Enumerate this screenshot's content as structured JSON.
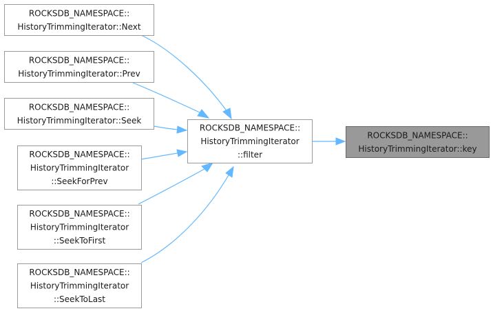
{
  "nodes": [
    {
      "id": "next",
      "lines": [
        "ROCKSDB_NAMESPACE::",
        "HistoryTrimmingIterator::Next"
      ],
      "highlighted": false
    },
    {
      "id": "prev",
      "lines": [
        "ROCKSDB_NAMESPACE::",
        "HistoryTrimmingIterator::Prev"
      ],
      "highlighted": false
    },
    {
      "id": "seek",
      "lines": [
        "ROCKSDB_NAMESPACE::",
        "HistoryTrimmingIterator::Seek"
      ],
      "highlighted": false
    },
    {
      "id": "seekforprev",
      "lines": [
        "ROCKSDB_NAMESPACE::",
        "HistoryTrimmingIterator",
        "::SeekForPrev"
      ],
      "highlighted": false
    },
    {
      "id": "seektofirst",
      "lines": [
        "ROCKSDB_NAMESPACE::",
        "HistoryTrimmingIterator",
        "::SeekToFirst"
      ],
      "highlighted": false
    },
    {
      "id": "seektolast",
      "lines": [
        "ROCKSDB_NAMESPACE::",
        "HistoryTrimmingIterator",
        "::SeekToLast"
      ],
      "highlighted": false
    },
    {
      "id": "filter",
      "lines": [
        "ROCKSDB_NAMESPACE::",
        "HistoryTrimmingIterator",
        "::filter"
      ],
      "highlighted": false
    },
    {
      "id": "key",
      "lines": [
        "ROCKSDB_NAMESPACE::",
        "HistoryTrimmingIterator::key"
      ],
      "highlighted": true
    }
  ],
  "edges": [
    {
      "from": "next",
      "to": "filter"
    },
    {
      "from": "prev",
      "to": "filter"
    },
    {
      "from": "seek",
      "to": "filter"
    },
    {
      "from": "seekforprev",
      "to": "filter"
    },
    {
      "from": "seektofirst",
      "to": "filter"
    },
    {
      "from": "seektolast",
      "to": "filter"
    },
    {
      "from": "filter",
      "to": "key"
    }
  ],
  "colors": {
    "edge": "#63b8ff",
    "node_border": "#999999",
    "target_fill": "#999999",
    "text": "#1a1a1a"
  }
}
